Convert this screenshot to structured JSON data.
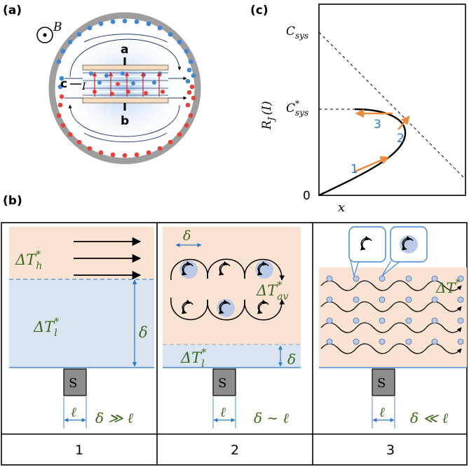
{
  "panel_labels": {
    "a": "(a)",
    "b": "(b)",
    "c": "(c)"
  },
  "panel_a": {
    "field": "B",
    "point_a": "a",
    "point_b": "b",
    "point_c": "c",
    "wire_label": "I"
  },
  "panel_c": {
    "ylabel": "R",
    "ylabel_sub": "J",
    "ylabel_arg": "(I)",
    "c_sys": "C",
    "c_sys_sub": "sys",
    "c_sys_star": "C",
    "c_sys_star_sup": "*",
    "c_sys_star_sub": "sys",
    "origin": "0",
    "xlabel": "x",
    "arrow_labels": [
      "1",
      "2",
      "3"
    ]
  },
  "panel_b": {
    "col1": {
      "dTh": "ΔT",
      "dTh_sup": "*",
      "dTh_sub": "h",
      "dTl": "ΔT",
      "dTl_sup": "*",
      "dTl_sub": "l",
      "delta": "δ",
      "sensor": "S",
      "ell": "ℓ",
      "relation": "δ ≫ ℓ"
    },
    "col2": {
      "delta_top": "δ",
      "dTav": "ΔT",
      "dTav_sup": "*",
      "dTav_sub": "av",
      "dTl": "ΔT",
      "dTl_sup": "*",
      "dTl_sub": "l",
      "delta": "δ",
      "sensor": "S",
      "ell": "ℓ",
      "relation": "δ ∼ ℓ"
    },
    "col3": {
      "dT": "ΔT",
      "dT_sup": "*",
      "sensor": "S",
      "ell": "ℓ",
      "relation": "δ ≪ ℓ"
    },
    "footer": [
      "1",
      "2",
      "3"
    ]
  },
  "colors": {
    "hot": "#fbe3d4",
    "cold": "#dbe4f1",
    "blue_dot": "#3f86d6",
    "red_dot": "#e8403a",
    "sensor": "#8c8c8c",
    "orange_arrow": "#ef8a3c",
    "label_green": "#3a6a1e",
    "label_blue": "#2f78c4",
    "vortex_fill": "#b9c9e6"
  }
}
